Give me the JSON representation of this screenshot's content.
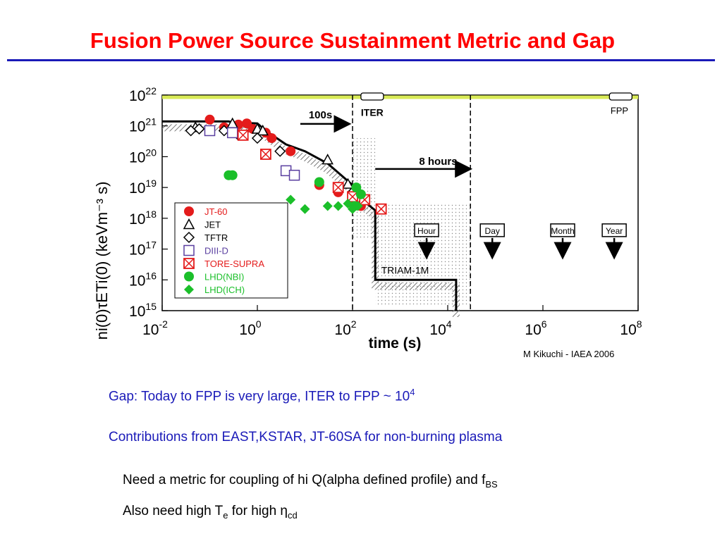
{
  "title": "Fusion Power Source Sustainment Metric and Gap",
  "credit": "M Kikuchi - IAEA 2006",
  "bullets": {
    "gap_text": "Gap: Today to FPP is very large,  ITER to FPP ~ 10",
    "gap_sup": "4",
    "contrib": "Contributions from EAST,KSTAR, JT-60SA for non-burning plasma",
    "metric_text": "Need a metric for coupling of hi Q(alpha defined profile) and f",
    "metric_sub": "BS",
    "te_pre": "Also need high T",
    "te_sub": "e",
    "te_mid": " for high ",
    "eta": "η",
    "eta_sub": "cd"
  },
  "chart_data": {
    "type": "scatter",
    "xscale": "log",
    "yscale": "log",
    "xlim": [
      0.01,
      100000000
    ],
    "ylim": [
      1000000000000000.0,
      1e+22
    ],
    "xlabel": "time (s)",
    "ylabel": "ni(0)τETi(0) (keVm⁻³ s)",
    "x_ticks": [
      {
        "base": "10",
        "exp": "-2",
        "v": 0.01
      },
      {
        "base": "10",
        "exp": "0",
        "v": 1
      },
      {
        "base": "10",
        "exp": "2",
        "v": 100
      },
      {
        "base": "10",
        "exp": "4",
        "v": 10000
      },
      {
        "base": "10",
        "exp": "6",
        "v": 1000000
      },
      {
        "base": "10",
        "exp": "8",
        "v": 100000000
      }
    ],
    "y_ticks": [
      {
        "base": "10",
        "exp": "15",
        "v": 1000000000000000.0
      },
      {
        "base": "10",
        "exp": "16",
        "v": 1e+16
      },
      {
        "base": "10",
        "exp": "17",
        "v": 1e+17
      },
      {
        "base": "10",
        "exp": "18",
        "v": 1e+18
      },
      {
        "base": "10",
        "exp": "19",
        "v": 1e+19
      },
      {
        "base": "10",
        "exp": "20",
        "v": 1e+20
      },
      {
        "base": "10",
        "exp": "21",
        "v": 1e+21
      },
      {
        "base": "10",
        "exp": "22",
        "v": 1e+22
      }
    ],
    "fpp_level": 1e+22,
    "annotations": {
      "iter": "ITER",
      "fpp": "FPP",
      "t100s": "100s",
      "hours": "8 hours",
      "triam": "TRIAM-1M",
      "hour": "Hour",
      "day": "Day",
      "month": "Month",
      "year": "Year"
    },
    "colors": {
      "red": "#e41b1b",
      "green": "#1bbf2a",
      "black": "#000000",
      "fpp": "#d9ea57"
    },
    "vlines": [
      100,
      30000
    ],
    "markers": [
      {
        "label": "Hour",
        "x": 3600
      },
      {
        "label": "Day",
        "x": 86400
      },
      {
        "label": "Month",
        "x": 2600000
      },
      {
        "label": "Year",
        "x": 31500000
      }
    ],
    "envelope": [
      [
        0.01,
        1.4e+21
      ],
      [
        0.25,
        1.4e+21
      ],
      [
        0.3,
        1.3e+21
      ],
      [
        1,
        1.2e+21
      ],
      [
        1.5,
        7e+20
      ],
      [
        4,
        2.5e+20
      ],
      [
        10,
        1.5e+20
      ],
      [
        30,
        6e+19
      ],
      [
        100,
        1.2e+19
      ],
      [
        200,
        3e+18
      ],
      [
        300,
        1.8e+18
      ],
      [
        300,
        1e+16
      ],
      [
        15000,
        1e+16
      ],
      [
        15000,
        1000000000000000.0
      ]
    ],
    "series": [
      {
        "name": "JT-60",
        "marker": "circle",
        "color": "red",
        "points": [
          [
            0.1,
            1.6e+21
          ],
          [
            0.2,
            9e+20
          ],
          [
            0.4,
            1.1e+21
          ],
          [
            0.6,
            1.2e+21
          ],
          [
            0.8,
            8e+20
          ],
          [
            1.5,
            6e+20
          ],
          [
            2,
            4e+20
          ],
          [
            5,
            1.5e+20
          ],
          [
            20,
            1.2e+19
          ],
          [
            50,
            7e+18
          ],
          [
            100,
            3e+18
          ],
          [
            150,
            2.5e+18
          ]
        ]
      },
      {
        "name": "JET",
        "marker": "triangle",
        "color": "black",
        "points": [
          [
            0.05,
            9e+20
          ],
          [
            0.3,
            1.2e+21
          ],
          [
            1,
            8e+20
          ],
          [
            1.3,
            7e+20
          ],
          [
            30,
            8e+19
          ],
          [
            80,
            1.3e+19
          ]
        ]
      },
      {
        "name": "TFTR",
        "marker": "diamond",
        "color": "black",
        "points": [
          [
            0.04,
            7e+20
          ],
          [
            0.06,
            8e+20
          ],
          [
            0.2,
            7e+20
          ],
          [
            0.4,
            5e+20
          ],
          [
            1,
            4e+20
          ],
          [
            3,
            1.5e+20
          ],
          [
            100,
            7e+18
          ]
        ]
      },
      {
        "name": "DIII-D",
        "marker": "square",
        "color": "purple",
        "points": [
          [
            0.1,
            7e+20
          ],
          [
            0.3,
            6e+20
          ],
          [
            4,
            3.5e+19
          ],
          [
            6,
            2.5e+19
          ]
        ]
      },
      {
        "name": "TORE-SUPRA",
        "marker": "crossbox",
        "color": "red",
        "points": [
          [
            0.5,
            5e+20
          ],
          [
            1.5,
            1.2e+20
          ],
          [
            50,
            1e+19
          ],
          [
            100,
            5e+18
          ],
          [
            180,
            4e+18
          ],
          [
            400,
            2e+18
          ]
        ]
      },
      {
        "name": "LHD(NBI)",
        "marker": "circle",
        "color": "green",
        "points": [
          [
            0.25,
            2.5e+19
          ],
          [
            0.3,
            2.5e+19
          ],
          [
            20,
            1.5e+19
          ],
          [
            120,
            1e+19
          ],
          [
            150,
            6e+18
          ],
          [
            110,
            2.5e+18
          ]
        ]
      },
      {
        "name": "LHD(ICH)",
        "marker": "diamond-filled",
        "color": "green",
        "points": [
          [
            5,
            4e+18
          ],
          [
            10,
            2e+18
          ],
          [
            30,
            2.5e+18
          ],
          [
            50,
            2.5e+18
          ],
          [
            80,
            3e+18
          ],
          [
            100,
            2e+18
          ],
          [
            130,
            2.5e+18
          ]
        ]
      }
    ]
  }
}
